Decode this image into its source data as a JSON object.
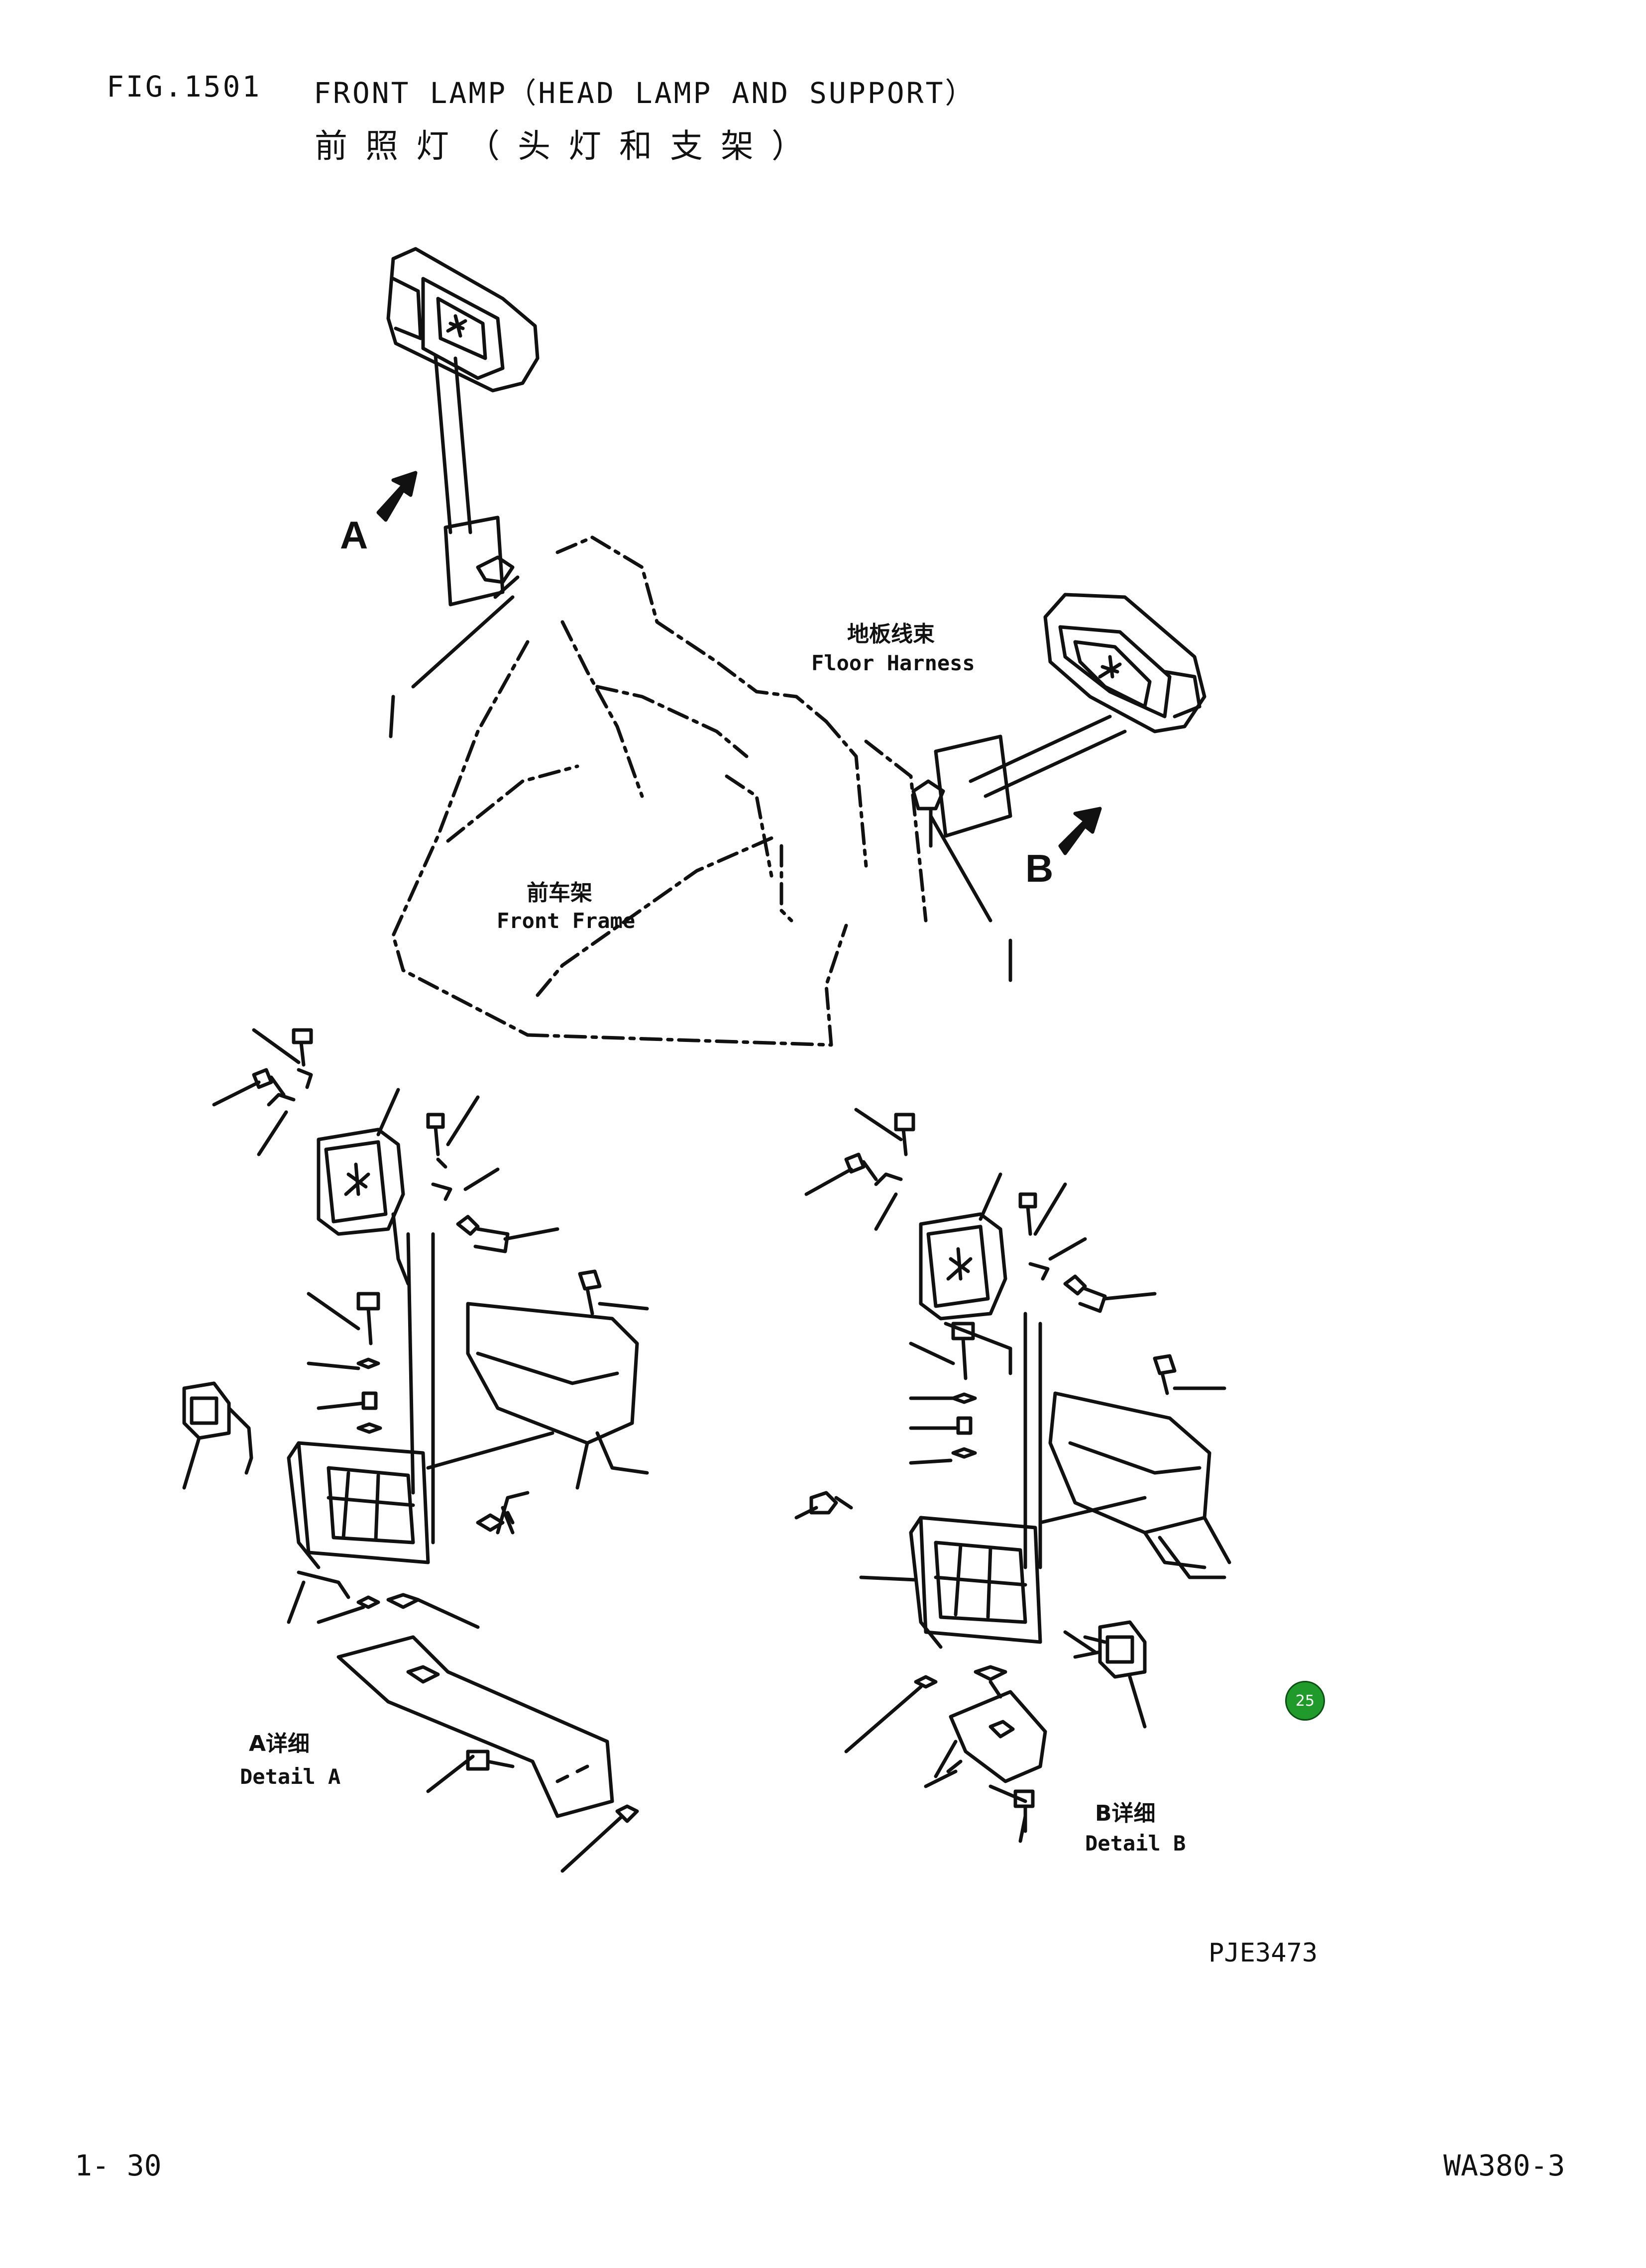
{
  "header": {
    "fig_no": "FIG.1501",
    "title_en": "FRONT LAMP（HEAD LAMP AND SUPPORT）",
    "title_cn": "前照灯（头灯和支架）"
  },
  "diagram": {
    "view_a_letter": "A",
    "view_b_letter": "B",
    "floor_harness_cn": "地板线束",
    "floor_harness_en": "Floor Harness",
    "front_frame_cn": "前车架",
    "front_frame_en": "Front Frame",
    "detail_a_cn": "A详细",
    "detail_a_en": "Detail A",
    "detail_b_cn": "B详细",
    "detail_b_en": "Detail B",
    "drawing_code": "PJE3473"
  },
  "badge": {
    "value": "25",
    "color": "#1f9a2b"
  },
  "footer": {
    "page": "1- 30",
    "model": "WA380-3"
  }
}
